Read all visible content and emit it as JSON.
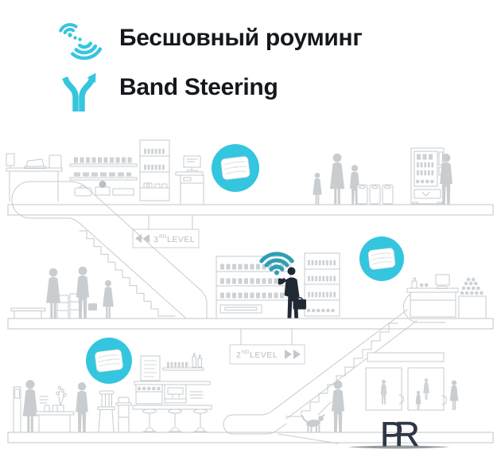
{
  "header": {
    "features": [
      {
        "label": "Бесшовный роуминг",
        "icon": "seamless-roaming-icon"
      },
      {
        "label": "Band Steering",
        "icon": "band-steering-icon"
      }
    ]
  },
  "scene": {
    "signs": {
      "level3": {
        "number": "3",
        "ordinal": "RD",
        "word": "LEVEL",
        "arrow_direction": "left"
      },
      "level2": {
        "number": "2",
        "ordinal": "ND",
        "word": "LEVEL",
        "arrow_direction": "right"
      }
    },
    "access_points": [
      {
        "name": "access-point-level-3"
      },
      {
        "name": "access-point-level-2"
      },
      {
        "name": "access-point-level-1"
      }
    ]
  },
  "logo": {
    "letter1": "P",
    "letter2": "R"
  },
  "colors": {
    "accent_cyan": "#35c6df",
    "wifi_teal": "#2d9fb4",
    "line_gray": "#c6cbcf",
    "silhouette_gray": "#c9cdd0",
    "background_silhouette": "#ced3d7",
    "dark_figure": "#202a35",
    "heading_text": "#14181d",
    "sign_text": "#b7bdc2",
    "sign_border": "#ccd1d5",
    "logo_navy": "#2e3844",
    "swoosh_gray": "#969da3",
    "product_gray": "#cdd2d6"
  }
}
